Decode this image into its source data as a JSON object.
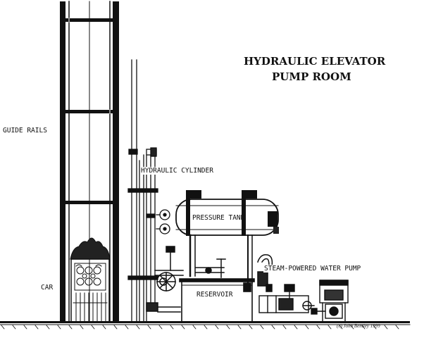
{
  "title": {
    "line1": "HYDRAULIC ELEVATOR",
    "line2": "PUMP ROOM"
  },
  "labels": {
    "guide_rails": "GUIDE RAILS",
    "car": "CAR",
    "hydraulic_cylinder": "HYDRAULIC CYLINDER",
    "pressure_tank": "PRESSURE TANK",
    "steam_pump": "STEAM-POWERED WATER PUMP",
    "reservoir": "RESERVOIR"
  },
  "copyright": "(c) John Bentley 1999",
  "colors": {
    "ink": "#111111",
    "paper": "#ffffff"
  }
}
